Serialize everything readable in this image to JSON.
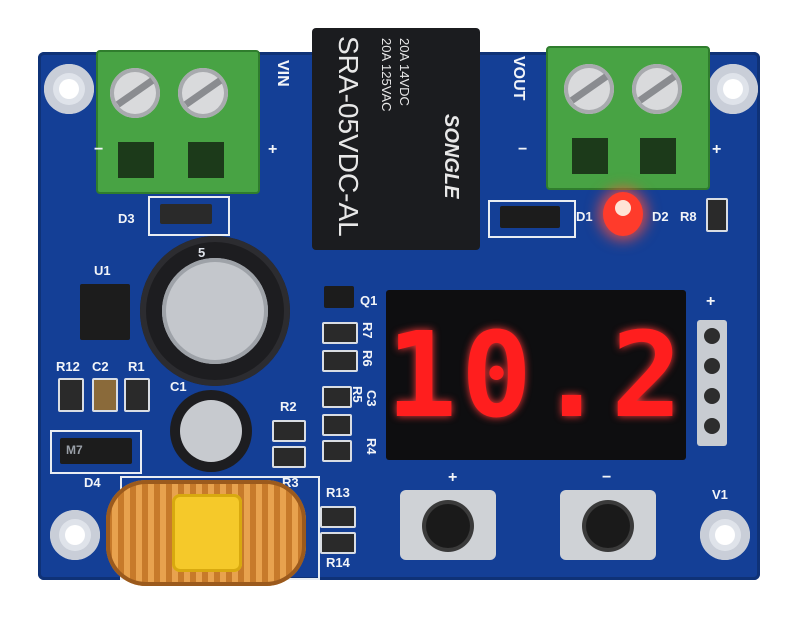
{
  "board": {
    "display_reading": "10.2",
    "input_label": "VIN",
    "output_label": "VOUT",
    "plus": "+",
    "minus": "−",
    "button_plus": "+",
    "button_minus": "−",
    "header_plus": "+"
  },
  "relay": {
    "model": "SRA-05VDC-AL",
    "rating_1": "20A 14VDC",
    "rating_2": "20A 125VAC",
    "brand": "SONGLE"
  },
  "capacitor": {
    "marking": "5"
  },
  "silkscreen": {
    "d3": "D3",
    "u1": "U1",
    "r12": "R12",
    "c2": "C2",
    "r1": "R1",
    "c1": "C1",
    "d4": "D4",
    "r2": "R2",
    "r3": "R3",
    "r13": "R13",
    "r14": "R14",
    "q1": "Q1",
    "r7": "R7",
    "r6": "R6",
    "r5": "R5",
    "c3": "C3",
    "r4": "R4",
    "d1": "D1",
    "d2": "D2",
    "r8": "R8",
    "v1": "V1",
    "chip_d4": "M7"
  },
  "colors": {
    "pcb": "#143f96",
    "segment": "#ff1e1e",
    "terminal": "#48a344"
  }
}
